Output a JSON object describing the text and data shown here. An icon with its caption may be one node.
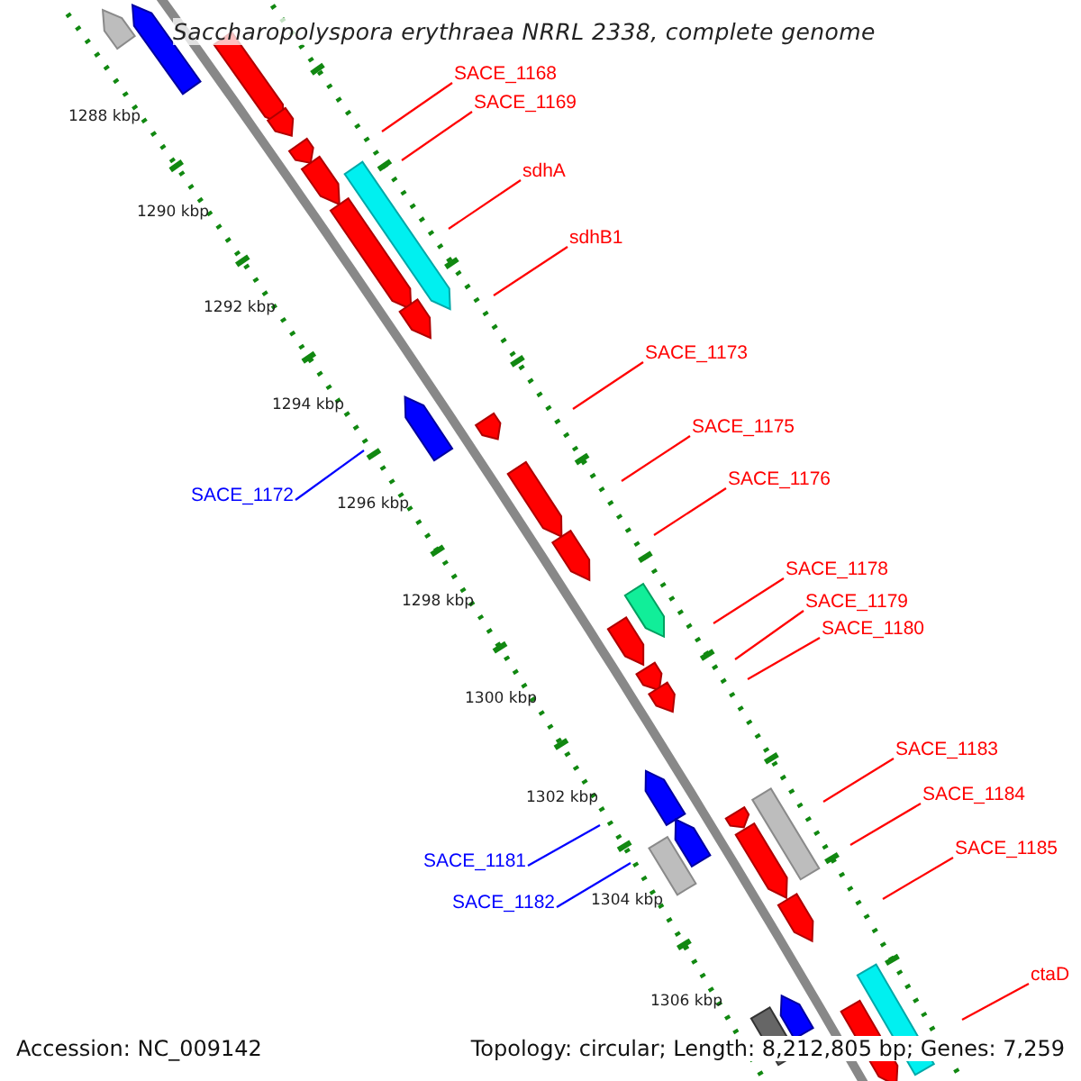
{
  "diagram": {
    "title": "Saccharopolyspora erythraea NRRL 2338, complete genome",
    "nodes": [
      {
        "text": [
          "SACE_1168"
        ]
      },
      {
        "text": [
          "SACE_1169"
        ]
      },
      {
        "text": [
          "sdhA"
        ]
      },
      {
        "text": [
          "sdhB1"
        ]
      },
      {
        "text": [
          "SACE_1173"
        ]
      },
      {
        "text": [
          "SACE_1175"
        ]
      },
      {
        "text": [
          "SACE_1176"
        ]
      },
      {
        "text": [
          "SACE_1172"
        ]
      },
      {
        "text": [
          "SACE_1178"
        ]
      },
      {
        "text": [
          "SACE_1179"
        ]
      },
      {
        "text": [
          "SACE_1180"
        ]
      },
      {
        "text": [
          "SACE_1183"
        ]
      },
      {
        "text": [
          "SACE_1184"
        ]
      },
      {
        "text": [
          "SACE_1185"
        ]
      },
      {
        "text": [
          "SACE_1181"
        ]
      },
      {
        "text": [
          "SACE_1182"
        ]
      },
      {
        "text": [
          "ctaD"
        ]
      }
    ],
    "edges": [
      {
        "from": 0,
        "to": null,
        "arrow": "none"
      },
      {
        "from": 1,
        "to": null,
        "arrow": "none"
      },
      {
        "from": 2,
        "to": null,
        "arrow": "none"
      },
      {
        "from": 3,
        "to": null,
        "arrow": "none"
      },
      {
        "from": 4,
        "to": null,
        "arrow": "none"
      },
      {
        "from": 5,
        "to": null,
        "arrow": "none"
      },
      {
        "from": 6,
        "to": null,
        "arrow": "none"
      },
      {
        "from": 7,
        "to": null,
        "arrow": "none",
        "color": "#0000ff"
      },
      {
        "from": 8,
        "to": null,
        "arrow": "none"
      },
      {
        "from": 9,
        "to": null,
        "arrow": "none"
      },
      {
        "from": 10,
        "to": null,
        "arrow": "none"
      },
      {
        "from": 11,
        "to": null,
        "arrow": "none"
      },
      {
        "from": 12,
        "to": null,
        "arrow": "none"
      },
      {
        "from": 13,
        "to": null,
        "arrow": "none"
      },
      {
        "from": 14,
        "to": null,
        "arrow": "none",
        "color": "#0000ff"
      },
      {
        "from": 15,
        "to": null,
        "arrow": "none",
        "color": "#0000ff"
      },
      {
        "from": 16,
        "to": null,
        "arrow": "none"
      }
    ],
    "labels": [
      "1288 kbp",
      "1290 kbp",
      "1292 kbp",
      "1294 kbp",
      "1296 kbp",
      "1298 kbp",
      "1300 kbp",
      "1302 kbp",
      "1304 kbp",
      "1306 kbp",
      "Accession: NC_009142",
      "Topology: circular; Length: 8,212,805 bp; Genes: 7,259"
    ]
  }
}
